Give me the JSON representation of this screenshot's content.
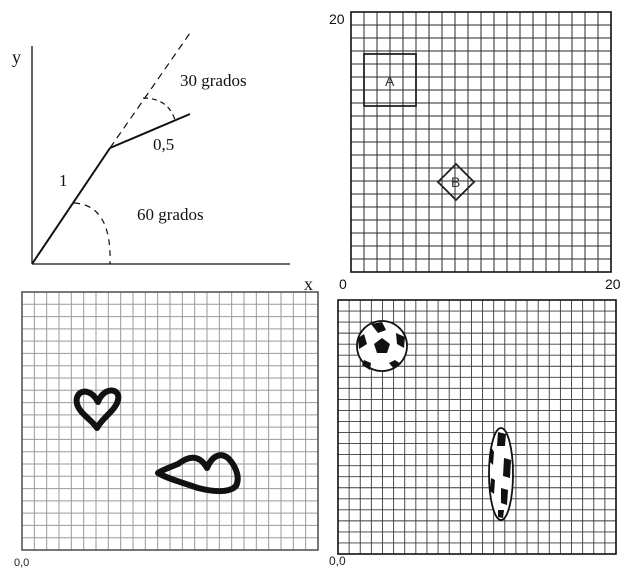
{
  "panel_angles": {
    "axis_y": "y",
    "axis_x": "x",
    "segment_1_label": "1",
    "segment_2_label": "0,5",
    "angle_1_label": "60 grados",
    "angle_2_label": "30 grados"
  },
  "panel_squares": {
    "y_max_label": "20",
    "origin_label": "0",
    "x_max_label": "20",
    "square_a_label": "A",
    "square_b_label": "B"
  },
  "panel_hearts": {
    "origin_label": "0,0"
  },
  "panel_balls": {
    "origin_label": "0,0"
  },
  "colors": {
    "ink": "#111111",
    "grid_dark": "#2a2a2a",
    "grid_light": "#9a9a9a"
  }
}
